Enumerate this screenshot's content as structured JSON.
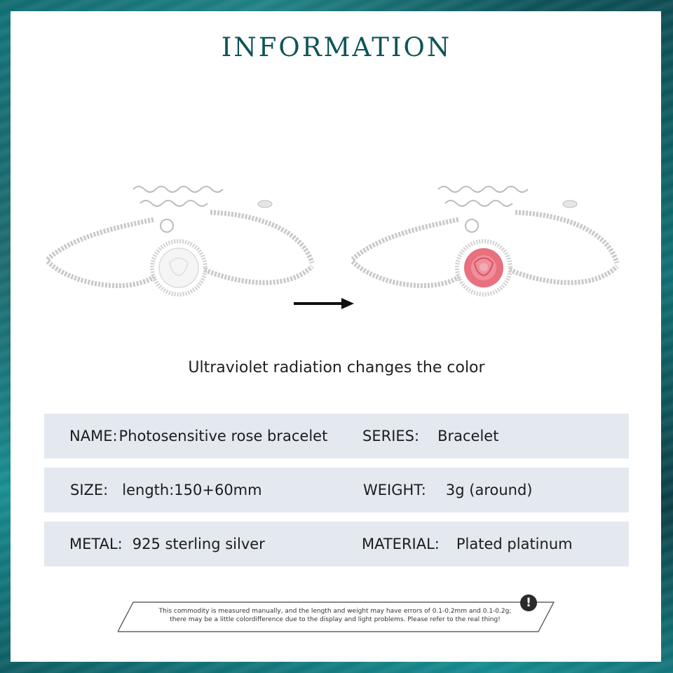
{
  "title": "INFORMATION",
  "caption": "Ultraviolet radiation changes the color",
  "colors": {
    "title": "#0e5558",
    "row_background": "#e4e9f0",
    "frame": "#0e6d72",
    "rose_before": "#f4f4f4",
    "rose_after": "#e8707f"
  },
  "images": {
    "before": {
      "label": "silver bracelet with white rose (before UV)"
    },
    "after": {
      "label": "silver bracelet with pink rose (after UV)"
    },
    "arrow": "right-arrow-icon"
  },
  "specs": [
    {
      "left": {
        "label": "NAME:",
        "value": "Photosensitive rose bracelet"
      },
      "right": {
        "label": "SERIES:",
        "value": "Bracelet"
      }
    },
    {
      "left": {
        "label": "SIZE:",
        "value": "length:150+60mm"
      },
      "right": {
        "label": "WEIGHT:",
        "value": "3g (around)"
      }
    },
    {
      "left": {
        "label": "METAL:",
        "value": "925 sterling silver"
      },
      "right": {
        "label": "MATERIAL:",
        "value": "Plated platinum"
      }
    }
  ],
  "notice": {
    "line1": "This commodity is measured manually, and the length and weight may have errors of 0.1-0.2mm and 0.1-0.2g;",
    "line2": "there may be a little colordifference due to the display and light problems. Please refer to the real thing!",
    "icon": "!"
  }
}
